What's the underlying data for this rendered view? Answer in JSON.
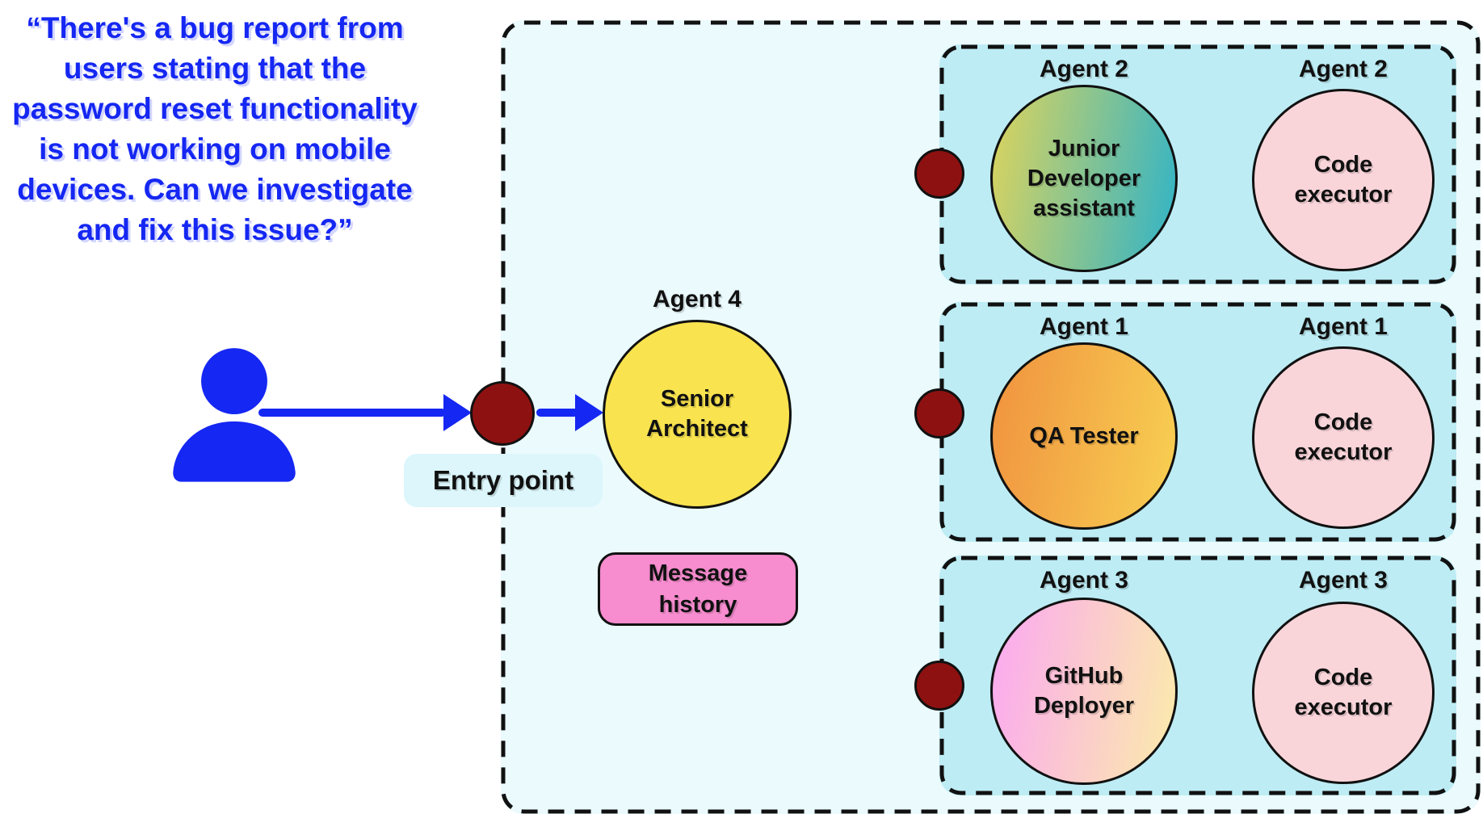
{
  "diagram": {
    "user_quote": "“There's a bug report from users stating that the password reset functionality is not working on mobile devices. Can we investigate and fix this issue?”",
    "entry_point_label": "Entry point",
    "orchestrator": {
      "agent_label": "Agent 4",
      "name": "Senior Architect"
    },
    "message_history_label": "Message history",
    "groups": [
      {
        "agent_label": "Agent 2",
        "worker_name": "Junior Developer assistant",
        "executor_name": "Code executor",
        "worker_gradient": [
          "#ded45c",
          "#2fb3c8"
        ]
      },
      {
        "agent_label": "Agent 1",
        "worker_name": "QA Tester",
        "executor_name": "Code executor",
        "worker_gradient": [
          "#f0923f",
          "#f8d052"
        ]
      },
      {
        "agent_label": "Agent 3",
        "worker_name": "GitHub Deployer",
        "executor_name": "Code executor",
        "worker_gradient": [
          "#fba8f2",
          "#fbecaa"
        ]
      }
    ],
    "icons": [
      "person-icon",
      "arrow-right-icon",
      "entry-point-dot",
      "group-connector-dot"
    ],
    "colors": {
      "quote_blue": "#1527f2",
      "arrow_blue": "#1527f2",
      "connector_dot_red": "#8e1111",
      "outer_container_bg": "#eafafd",
      "group_container_bg": "#bdecf4",
      "entry_label_bg": "#dcf6fb",
      "orchestrator_yellow": "#f9e34f",
      "executor_pink": "#f9d5da",
      "message_history_pink": "#f78ccf",
      "outline_black": "#111111"
    }
  }
}
